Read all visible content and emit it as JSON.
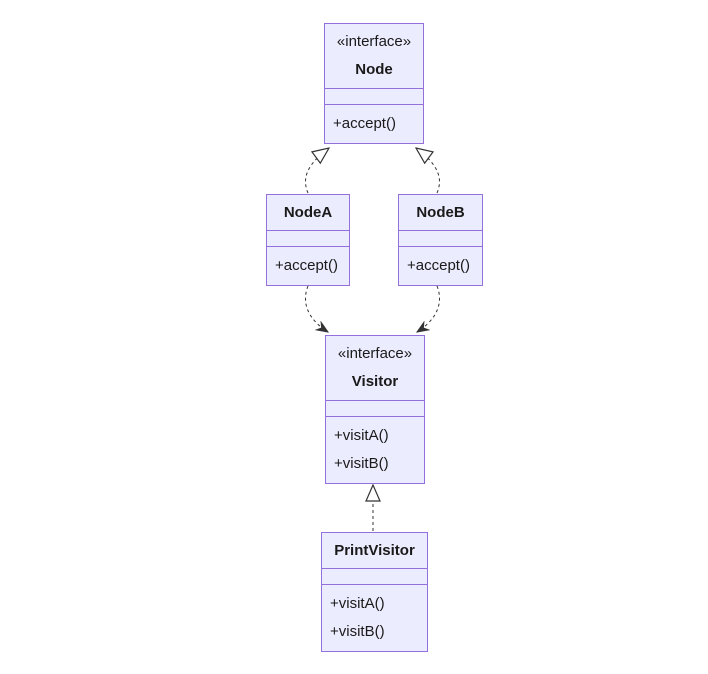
{
  "diagram": {
    "kind": "uml-class-diagram",
    "background": "#ffffff",
    "colors": {
      "class_fill": "#ECECFF",
      "class_border": "#9370DB",
      "edge_line": "#333333",
      "text": "#1a1a1a"
    },
    "classes": {
      "node": {
        "stereotype": "«interface»",
        "name": "Node",
        "attributes": [],
        "methods": [
          "+accept()"
        ]
      },
      "nodeA": {
        "name": "NodeA",
        "attributes": [],
        "methods": [
          "+accept()"
        ]
      },
      "nodeB": {
        "name": "NodeB",
        "attributes": [],
        "methods": [
          "+accept()"
        ]
      },
      "visitor": {
        "stereotype": "«interface»",
        "name": "Visitor",
        "attributes": [],
        "methods": [
          "+visitA()",
          "+visitB()"
        ]
      },
      "printVisitor": {
        "name": "PrintVisitor",
        "attributes": [],
        "methods": [
          "+visitA()",
          "+visitB()"
        ]
      }
    },
    "relationships": [
      {
        "from": "NodeA",
        "to": "Node",
        "type": "realization"
      },
      {
        "from": "NodeB",
        "to": "Node",
        "type": "realization"
      },
      {
        "from": "NodeA",
        "to": "Visitor",
        "type": "dependency"
      },
      {
        "from": "NodeB",
        "to": "Visitor",
        "type": "dependency"
      },
      {
        "from": "PrintVisitor",
        "to": "Visitor",
        "type": "realization"
      }
    ]
  }
}
